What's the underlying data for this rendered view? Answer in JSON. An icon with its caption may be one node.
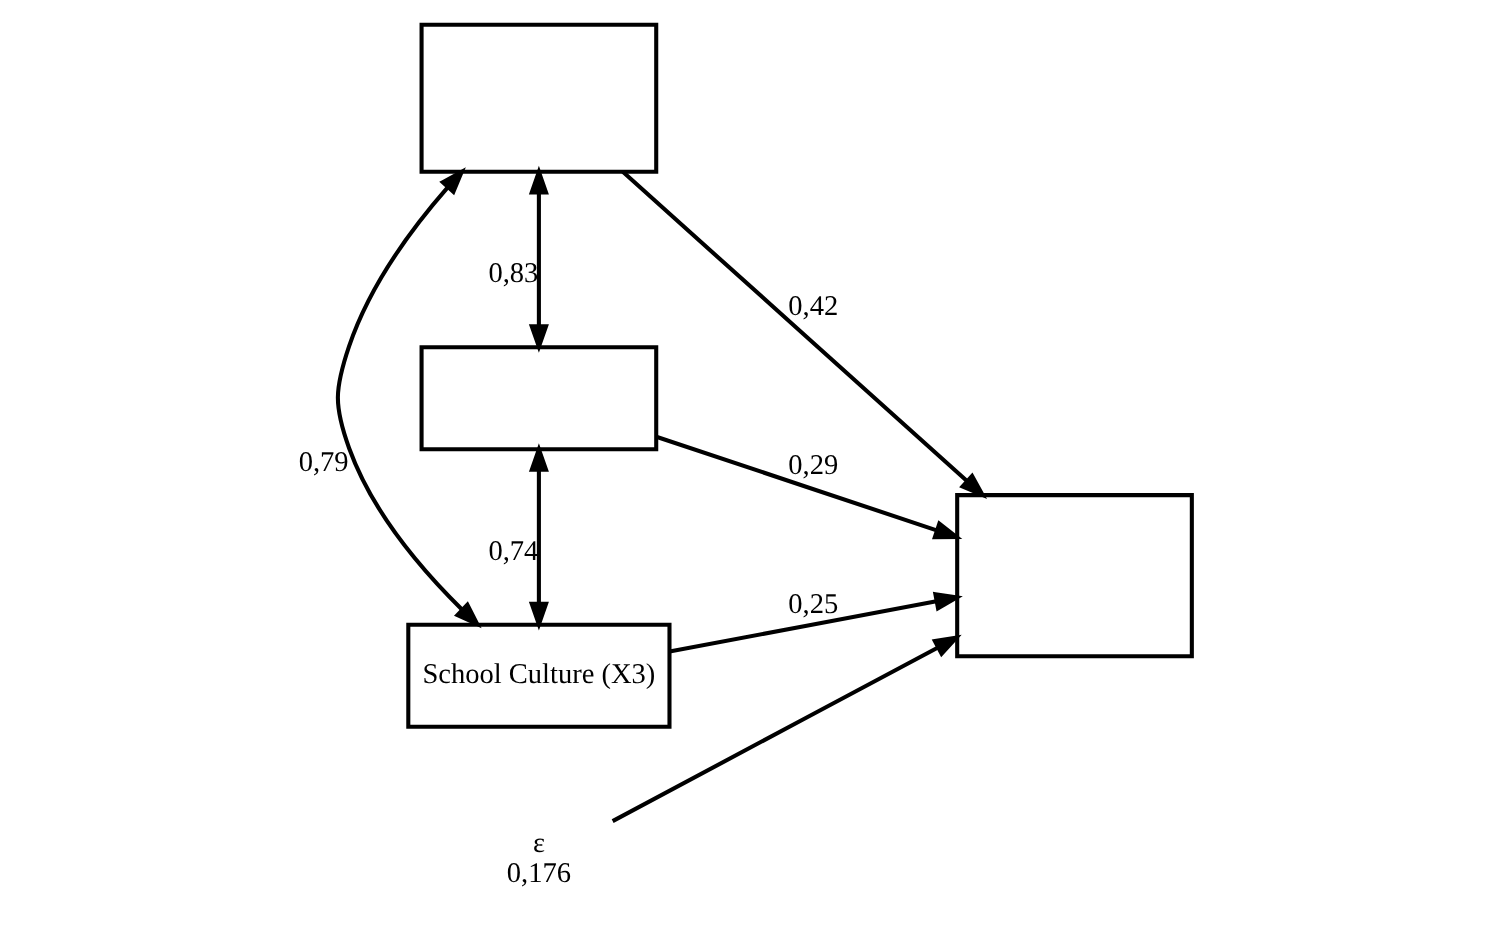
{
  "diagram": {
    "nodes": [
      {
        "text": [],
        "shape": "box"
      },
      {
        "text": [],
        "shape": "box"
      },
      {
        "text": [
          "School Culture (X3)"
        ]
      },
      {
        "text": [],
        "shape": "box"
      },
      {
        "text": [
          "ε",
          "0,176"
        ]
      }
    ],
    "edges": [
      {
        "from": 0,
        "to": 1,
        "arrow": "both",
        "label": "0,83"
      },
      {
        "from": 1,
        "to": 2,
        "arrow": "both",
        "label": "0,74"
      },
      {
        "from": 0,
        "to": 2,
        "arrow": "both",
        "label": "0,79"
      },
      {
        "from": 0,
        "to": 3,
        "arrow": "to",
        "label": "0,42"
      },
      {
        "from": 1,
        "to": 3,
        "arrow": "to",
        "label": "0,29"
      },
      {
        "from": 2,
        "to": 3,
        "arrow": "to",
        "label": "0,25"
      },
      {
        "from": 4,
        "to": 3,
        "arrow": "to"
      }
    ]
  }
}
